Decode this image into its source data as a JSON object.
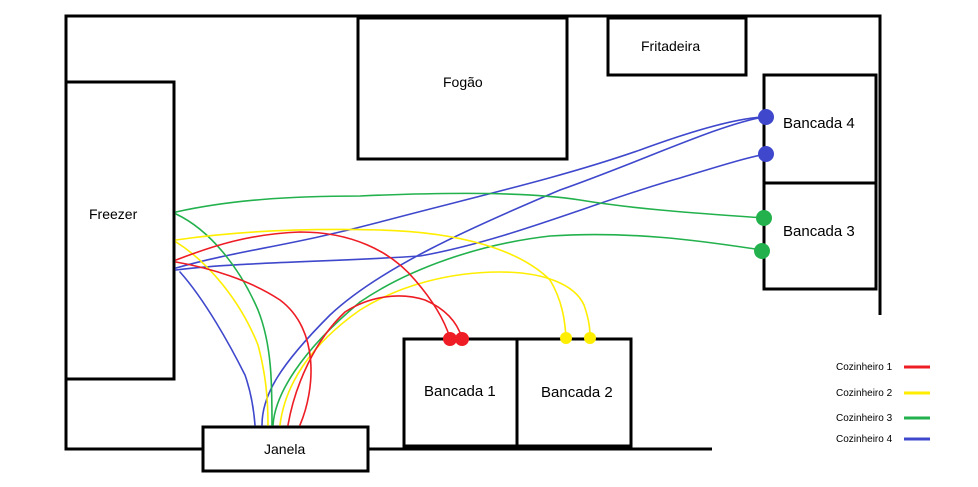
{
  "areas": {
    "freezer": "Freezer",
    "fogao": "Fogão",
    "fritadeira": "Fritadeira",
    "bancada1": "Bancada 1",
    "bancada2": "Bancada 2",
    "bancada3": "Bancada 3",
    "bancada4": "Bancada 4",
    "janela": "Janela"
  },
  "legend": [
    {
      "label": "Cozinheiro 1",
      "color": "#ee1c24"
    },
    {
      "label": "Cozinheiro 2",
      "color": "#ffee00"
    },
    {
      "label": "Cozinheiro 3",
      "color": "#22b14c"
    },
    {
      "label": "Cozinheiro 4",
      "color": "#3f48cc"
    }
  ],
  "colors": {
    "cook1": "#ee1c24",
    "cook2": "#ffee00",
    "cook3": "#22b14c",
    "cook4": "#3f48cc"
  }
}
